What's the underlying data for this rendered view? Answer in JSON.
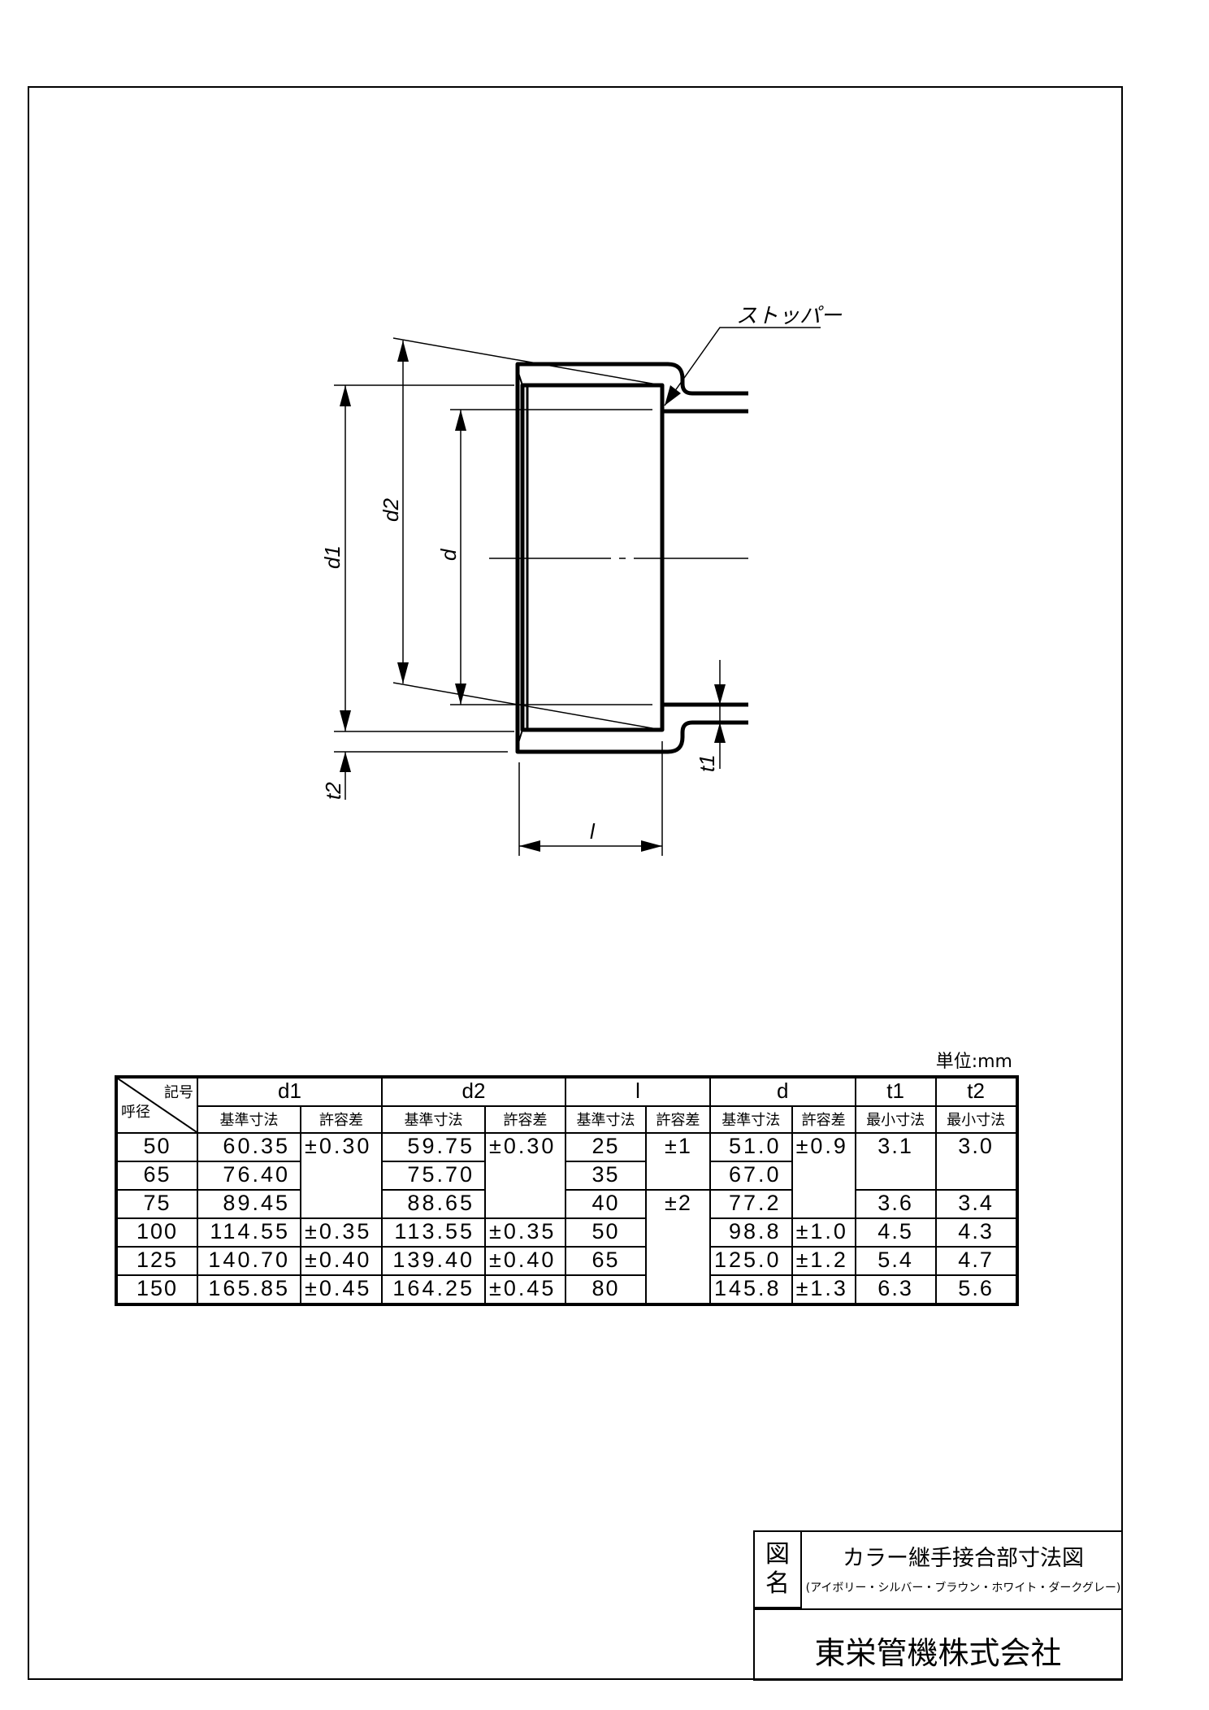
{
  "drawing": {
    "labels": {
      "d1": "d1",
      "d2": "d2",
      "d": "d",
      "t1": "t1",
      "t2": "t2",
      "l": "l"
    },
    "stopper_label": "ストッパー"
  },
  "units": "単位:mm",
  "table": {
    "corner_symbol": "記号",
    "corner_size": "呼径",
    "groups": [
      "d1",
      "d2",
      "l",
      "d",
      "t1",
      "t2"
    ],
    "subheaders": [
      "基準寸法",
      "許容差",
      "基準寸法",
      "許容差",
      "基準寸法",
      "許容差",
      "基準寸法",
      "許容差",
      "最小寸法",
      "最小寸法"
    ],
    "rows": [
      [
        "50",
        "60.35",
        "±0.30",
        "59.75",
        "±0.30",
        "25",
        "±1",
        "51.0",
        "±0.9",
        "3.1",
        "3.0"
      ],
      [
        "65",
        "76.40",
        null,
        "75.70",
        null,
        "35",
        null,
        "67.0",
        null,
        null,
        null
      ],
      [
        "75",
        "89.45",
        null,
        "88.65",
        null,
        "40",
        "±2",
        "77.2",
        null,
        "3.6",
        "3.4"
      ],
      [
        "100",
        "114.55",
        "±0.35",
        "113.55",
        "±0.35",
        "50",
        null,
        "98.8",
        "±1.0",
        "4.5",
        "4.3"
      ],
      [
        "125",
        "140.70",
        "±0.40",
        "139.40",
        "±0.40",
        "65",
        null,
        "125.0",
        "±1.2",
        "5.4",
        "4.7"
      ],
      [
        "150",
        "165.85",
        "±0.45",
        "164.25",
        "±0.45",
        "80",
        null,
        "145.8",
        "±1.3",
        "6.3",
        "5.6"
      ]
    ]
  },
  "title_block": {
    "label": "図名",
    "title": "カラー継手接合部寸法図",
    "subtitle": "(アイボリー・シルバー・ブラウン・ホワイト・ダークグレー)",
    "company": "東栄管機株式会社"
  }
}
